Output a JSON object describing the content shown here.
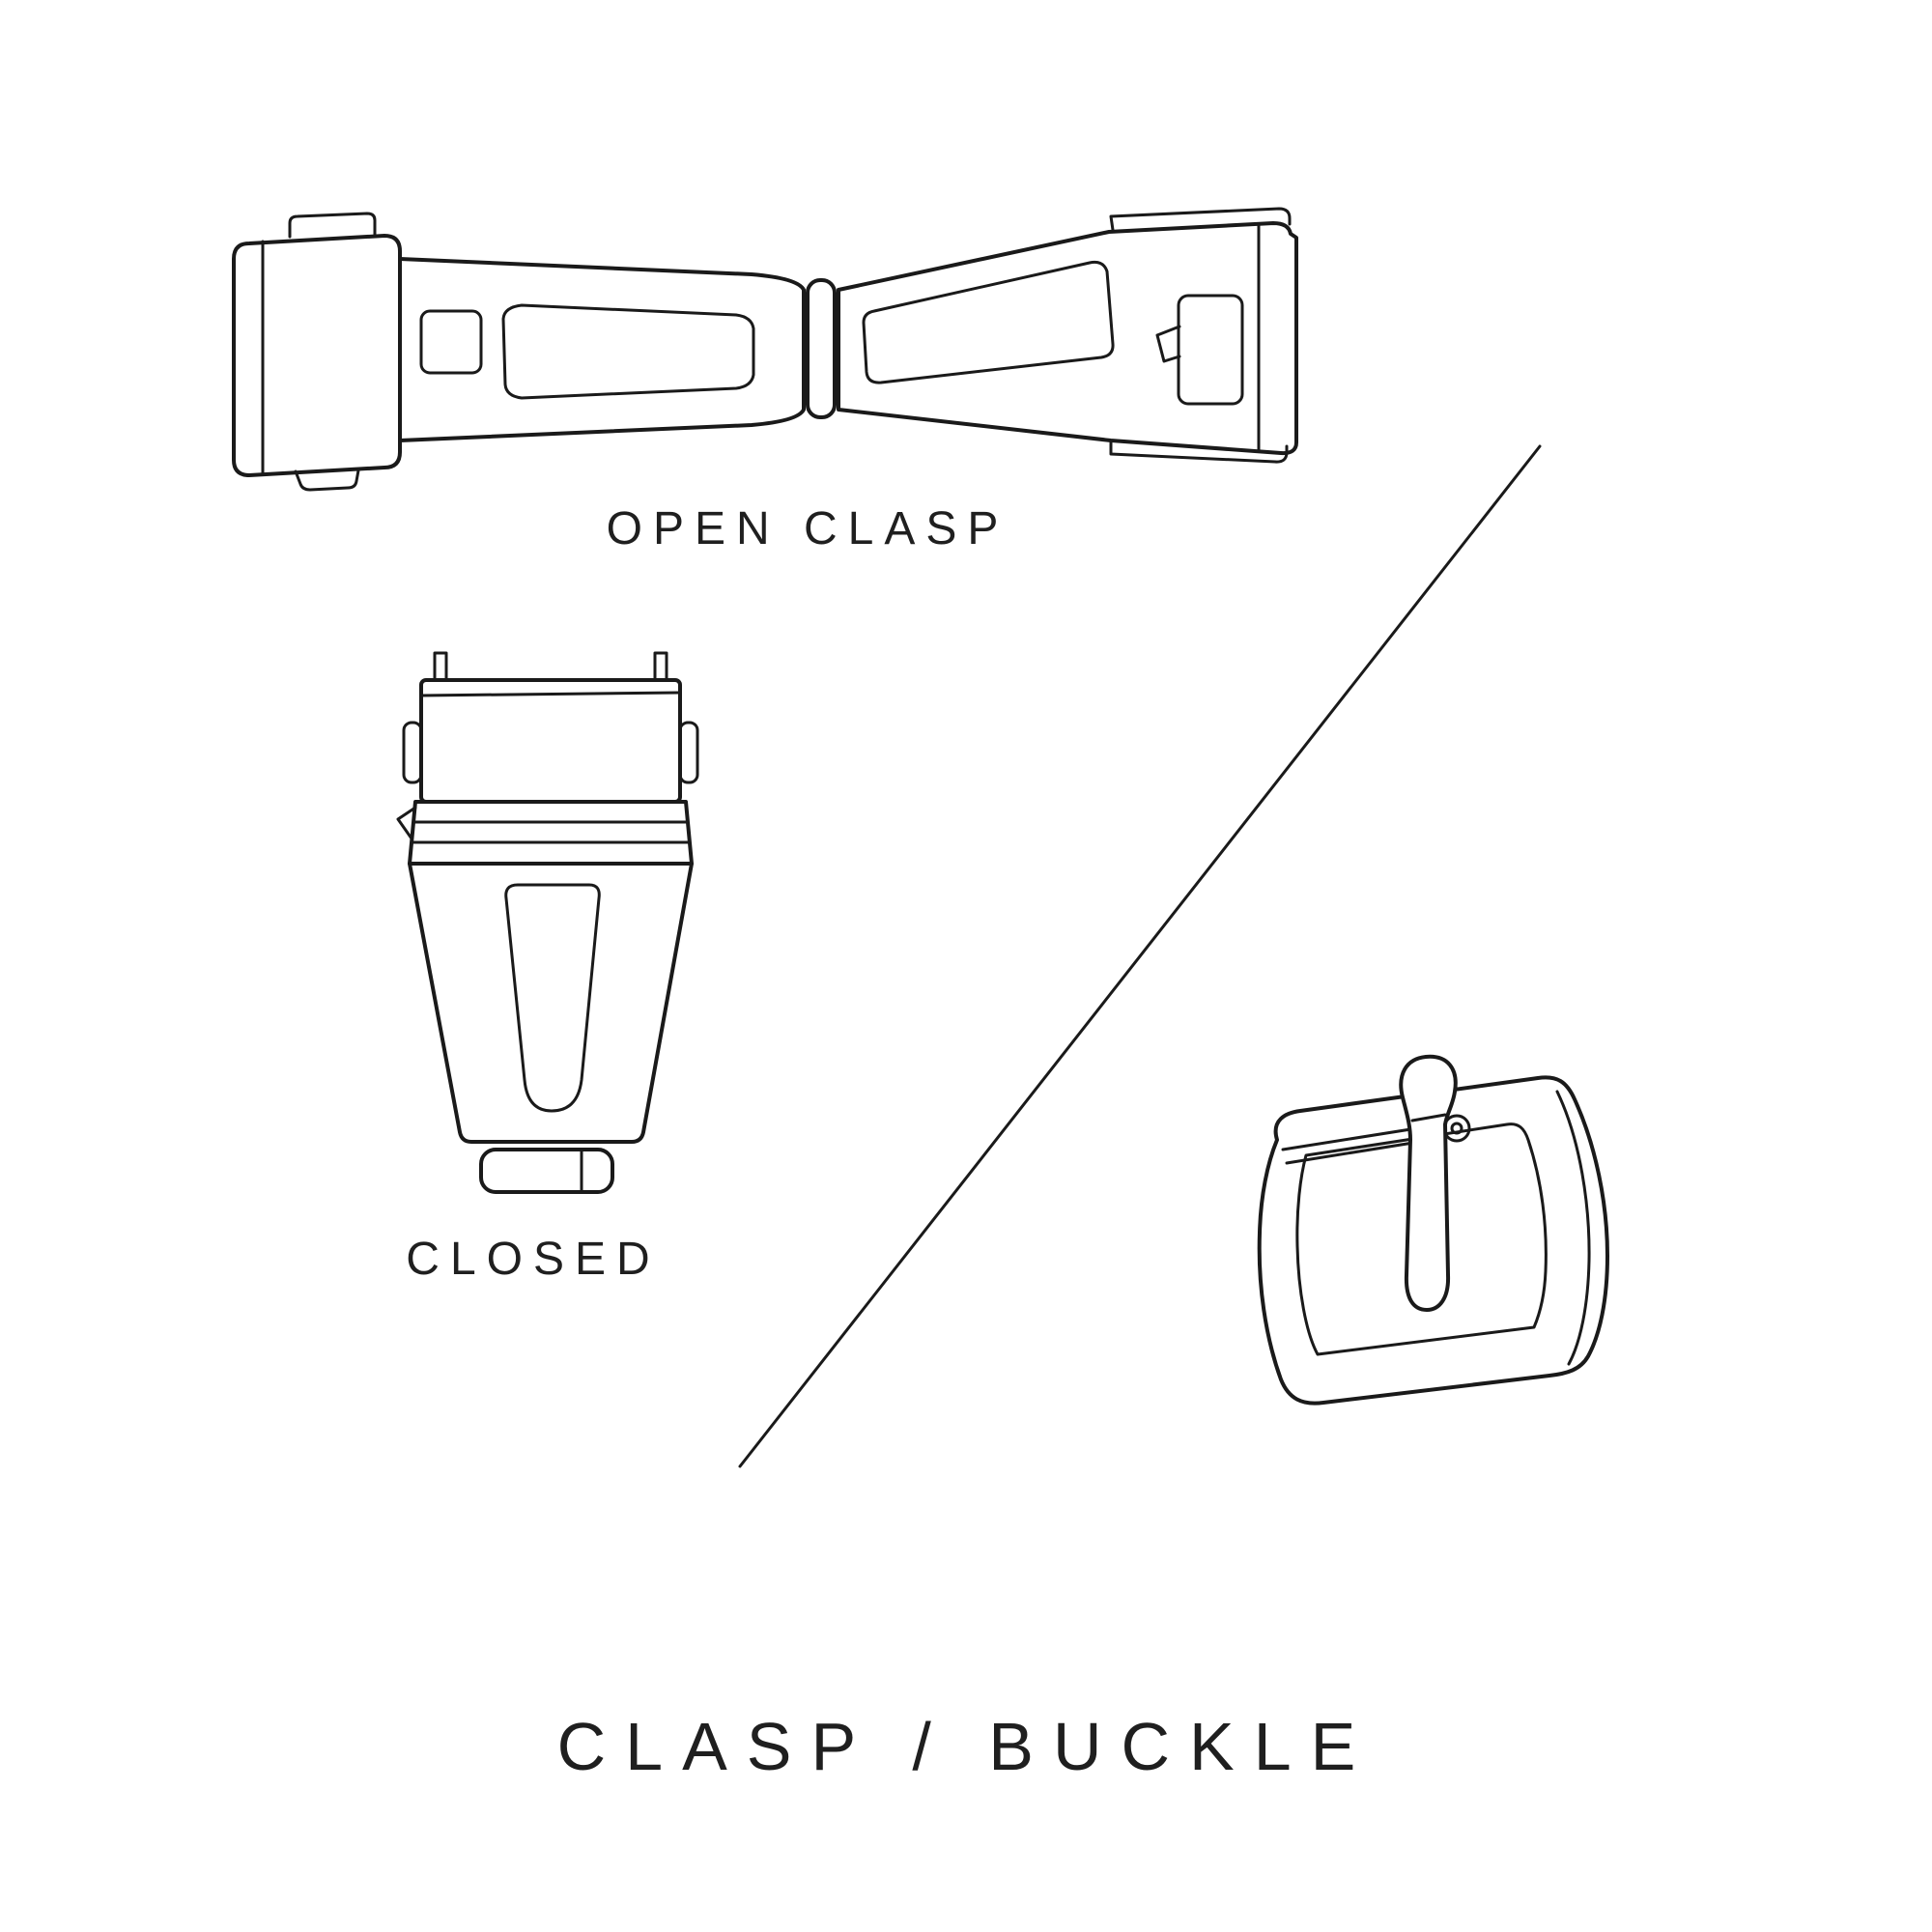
{
  "title": "CLASP / BUCKLE",
  "figures": {
    "open_clasp": {
      "caption": "OPEN CLASP"
    },
    "closed_clasp": {
      "caption": "CLOSED"
    },
    "buckle": {}
  },
  "colors": {
    "background": "#ffffff",
    "line": "#1a1a1a",
    "text": "#1f1f1f"
  }
}
